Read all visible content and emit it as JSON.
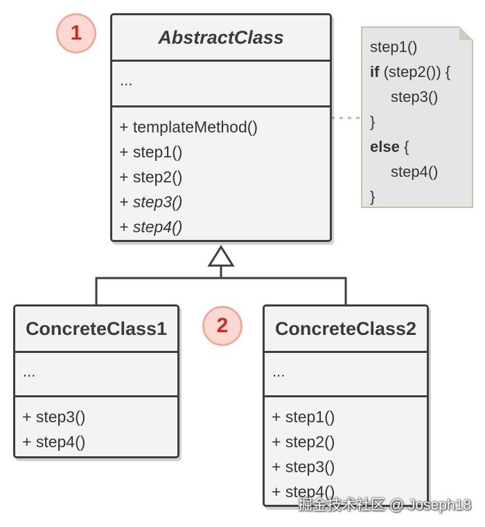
{
  "abstract_class": {
    "badge": "1",
    "name": "AbstractClass",
    "fields": "...",
    "methods": [
      {
        "label": "+ templateMethod()"
      },
      {
        "label": "+ step1()"
      },
      {
        "label": "+ step2()"
      },
      {
        "label": "+ step3()"
      },
      {
        "label": "+ step4()"
      }
    ]
  },
  "note": {
    "l1": "step1()",
    "l2_kw": "if",
    "l2_rest": " (step2()) {",
    "l3": "step3()",
    "l4": "}",
    "l5_kw": "else",
    "l5_rest": " {",
    "l6": "step4()",
    "l7": "}"
  },
  "concrete1": {
    "name": "ConcreteClass1",
    "fields": "...",
    "methods": [
      {
        "label": "+ step3()"
      },
      {
        "label": "+ step4()"
      }
    ]
  },
  "badge2": "2",
  "concrete2": {
    "name": "ConcreteClass2",
    "fields": "...",
    "methods": [
      {
        "label": "+ step1()"
      },
      {
        "label": "+ step2()"
      },
      {
        "label": "+ step3()"
      },
      {
        "label": "+ step4()"
      }
    ]
  },
  "watermark": "掘金技术社区 @ Joseph18"
}
